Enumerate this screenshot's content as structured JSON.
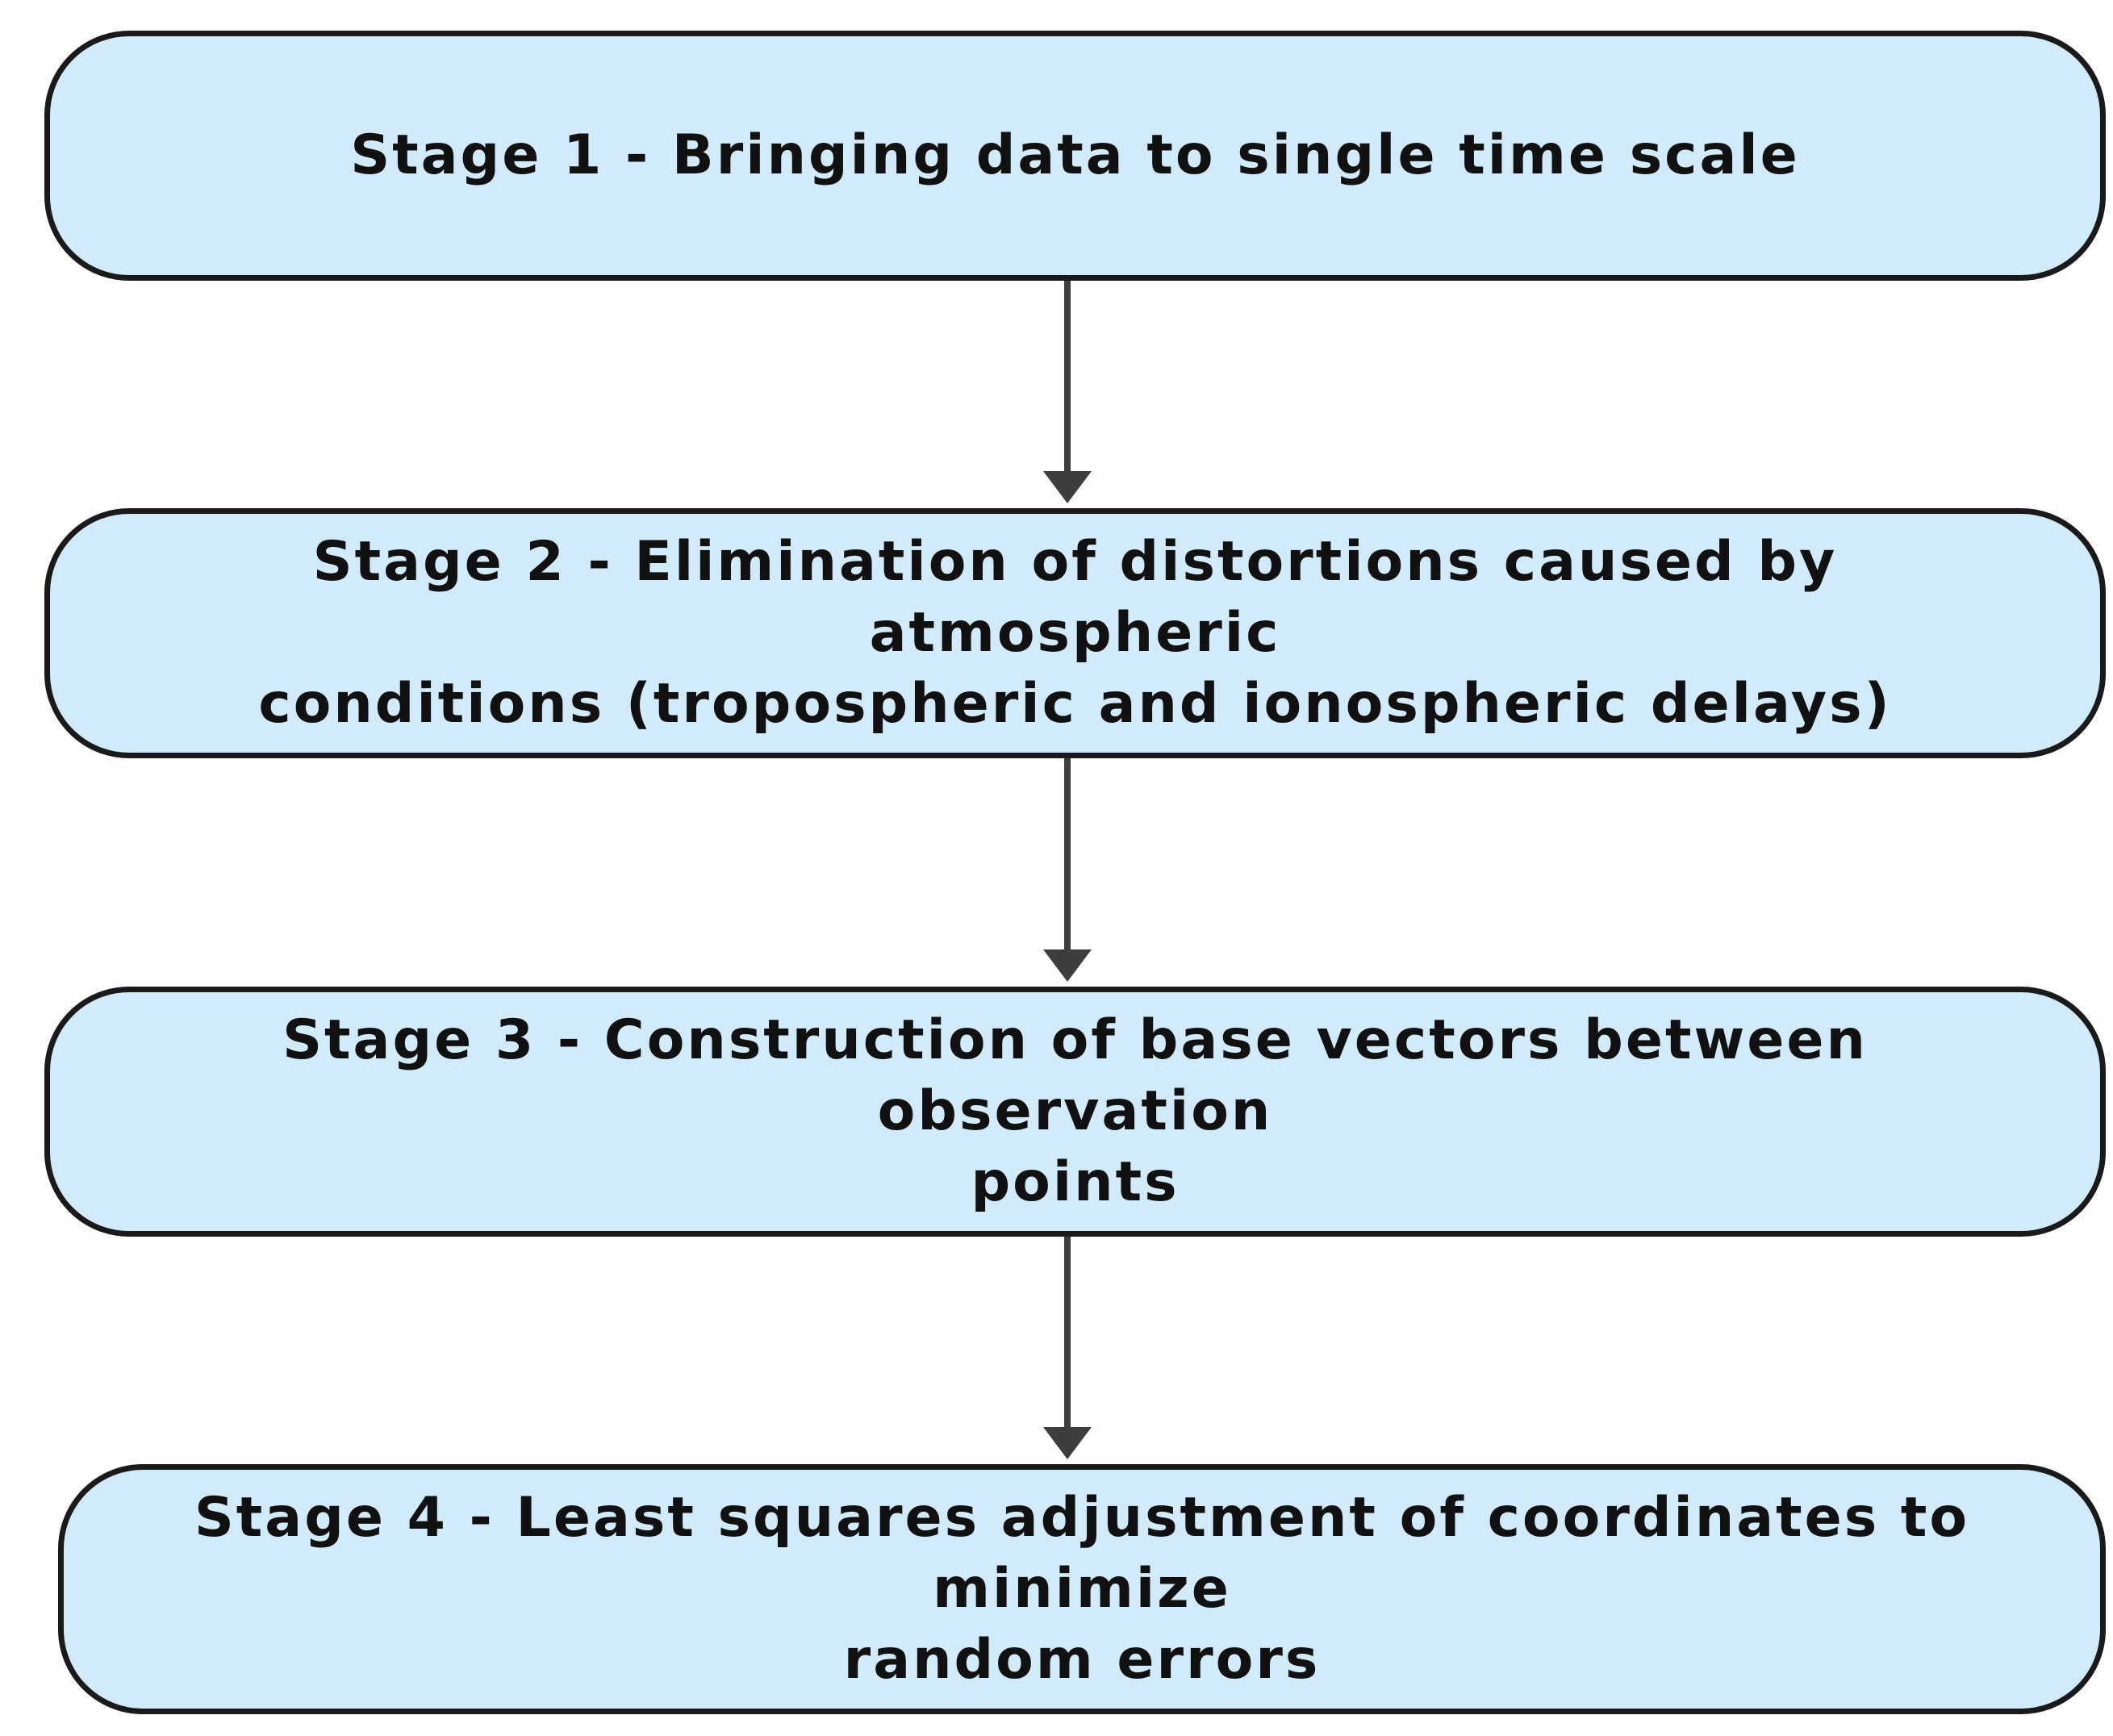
{
  "diagram": {
    "stages": [
      {
        "label": "Stage 1 - Bringing data to single time scale"
      },
      {
        "label": "Stage 2 - Elimination of distortions caused by atmospheric\nconditions (tropospheric and ionospheric delays)"
      },
      {
        "label": "Stage 3 - Construction of base vectors between observation\npoints"
      },
      {
        "label": "Stage 4 - Least squares adjustment of coordinates to minimize\nrandom errors"
      }
    ],
    "colors": {
      "box_fill": "#d1ebfb",
      "box_border": "#1a1a1a",
      "arrow": "#3d3d3d",
      "text": "#111111"
    }
  }
}
